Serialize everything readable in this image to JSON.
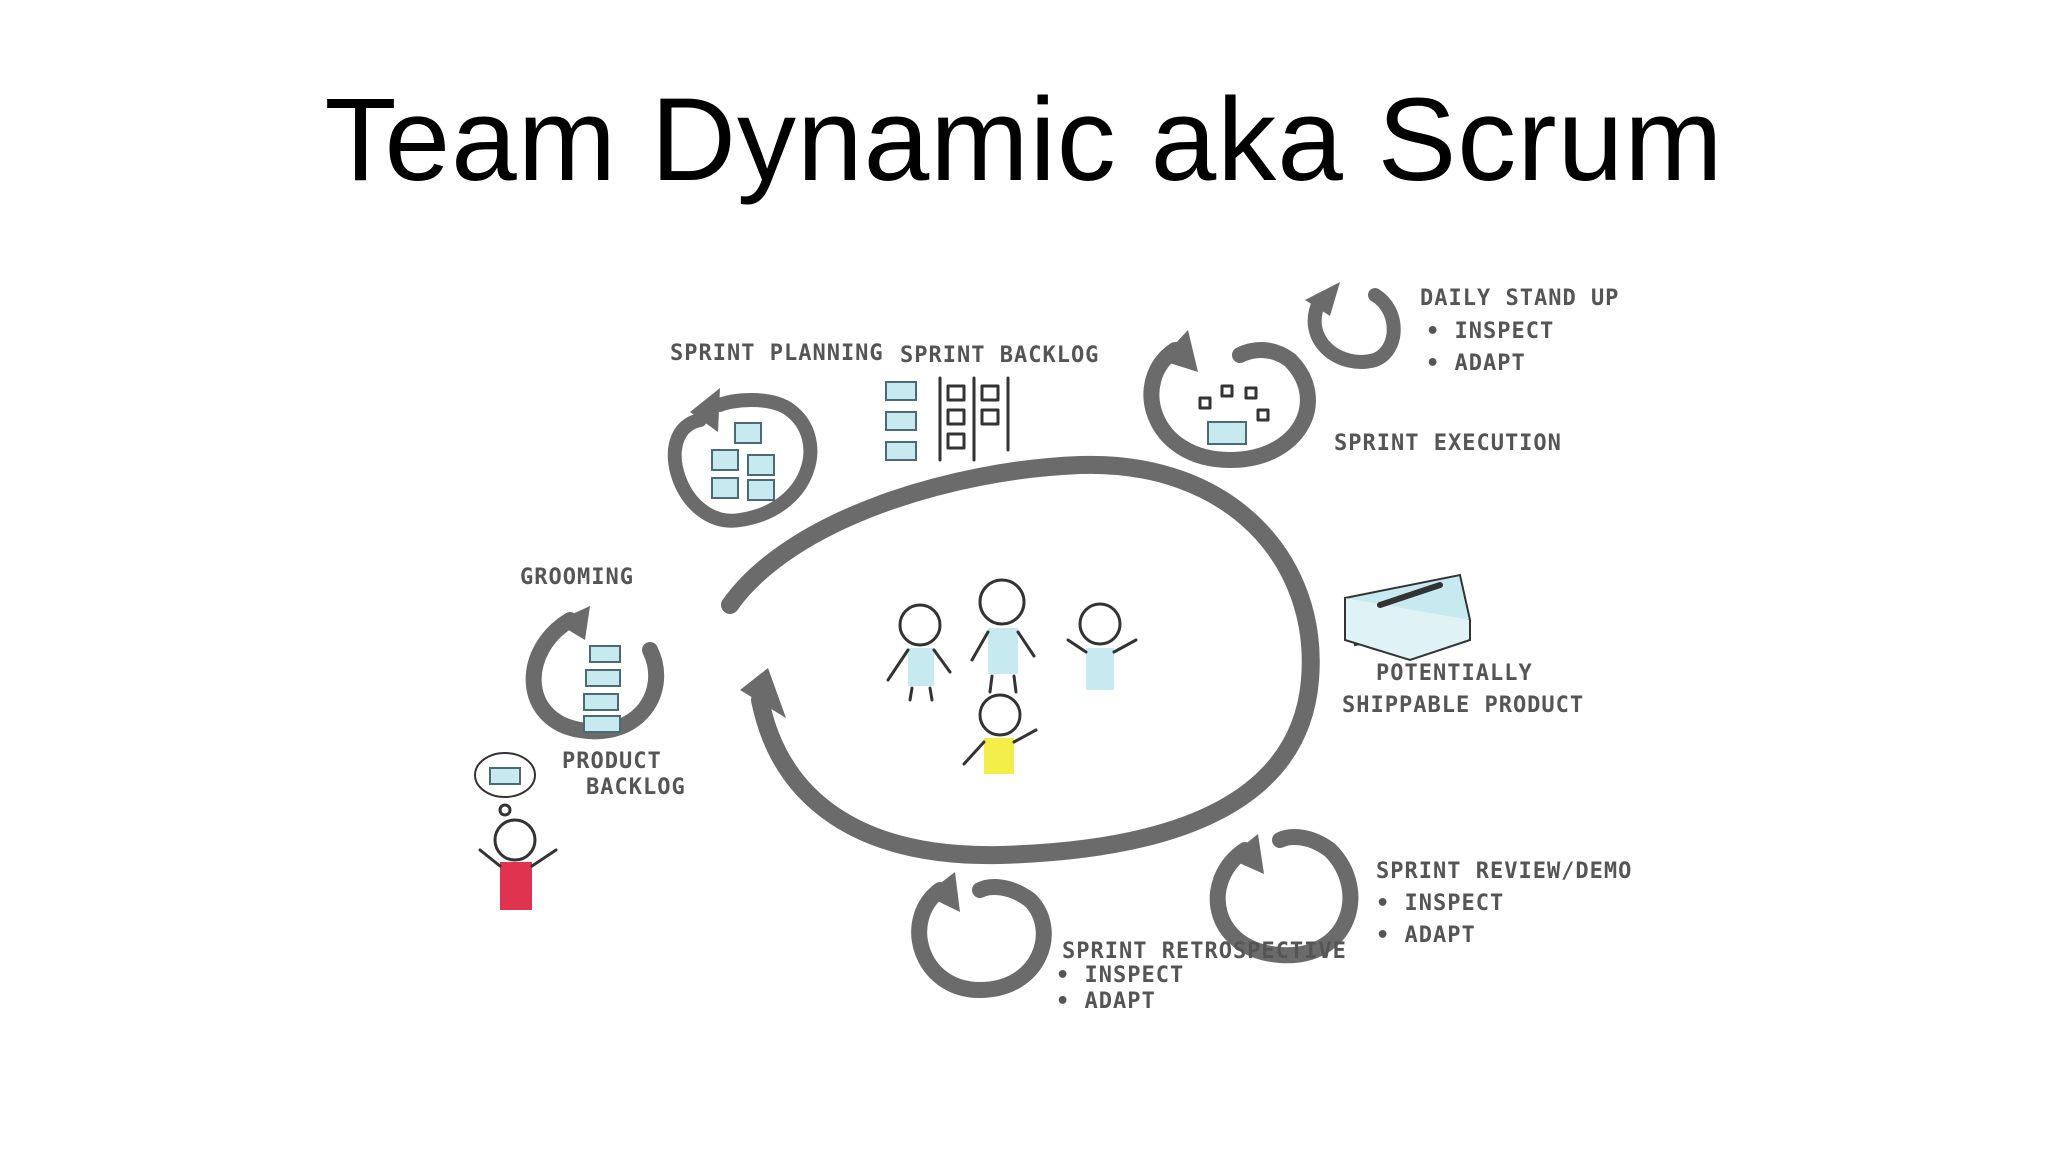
{
  "slide": {
    "title": "Team Dynamic aka Scrum"
  },
  "diagram": {
    "labels": {
      "sprint_planning": "SPRINT PLANNING",
      "sprint_backlog": "SPRINT BACKLOG",
      "daily_standup": "DAILY STAND UP",
      "daily_standup_inspect": "• INSPECT",
      "daily_standup_adapt": "• ADAPT",
      "sprint_execution": "SPRINT EXECUTION",
      "grooming": "GROOMING",
      "product_backlog_line1": "PRODUCT",
      "product_backlog_line2": "BACKLOG",
      "potentially_line1": "POTENTIALLY",
      "potentially_line2": "SHIPPABLE PRODUCT",
      "sprint_review": "SPRINT REVIEW/DEMO",
      "sprint_review_inspect": "• INSPECT",
      "sprint_review_adapt": "• ADAPT",
      "sprint_retro": "SPRINT RETROSPECTIVE",
      "sprint_retro_inspect": "• INSPECT",
      "sprint_retro_adapt": "• ADAPT"
    },
    "colors": {
      "arrow": "#6b6b6b",
      "card": "#c7eaf0",
      "team_shirt": "#c7eaf0",
      "scrum_master_shirt": "#f4ee4a",
      "product_owner_shirt": "#e0334f"
    }
  }
}
